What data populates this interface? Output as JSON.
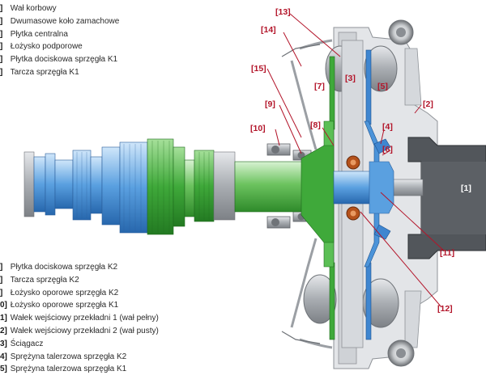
{
  "legend_top": [
    {
      "num": "]",
      "text": "Wał korbowy"
    },
    {
      "num": "]",
      "text": "Dwumasowe koło zamachowe"
    },
    {
      "num": "]",
      "text": "Płytka centralna"
    },
    {
      "num": "]",
      "text": "Łożysko podporowe"
    },
    {
      "num": "]",
      "text": "Płytka dociskowa sprzęgła K1"
    },
    {
      "num": "]",
      "text": "Tarcza sprzęgła K1"
    }
  ],
  "legend_bottom": [
    {
      "num": "]",
      "text": "Płytka dociskowa sprzęgła K2"
    },
    {
      "num": "]",
      "text": "Tarcza sprzęgła K2"
    },
    {
      "num": "]",
      "text": "Łożysko oporowe sprzęgła K2"
    },
    {
      "num": "0]",
      "text": "Łożysko oporowe sprzęgła K1"
    },
    {
      "num": "1]",
      "text": "Wałek wejściowy przekładni 1 (wał pełny)"
    },
    {
      "num": "2]",
      "text": "Wałek wejściowy przekładni 2 (wał pusty)"
    },
    {
      "num": "3]",
      "text": "Ściągacz"
    },
    {
      "num": "4]",
      "text": "Sprężyna talerzowa sprzęgła K2"
    },
    {
      "num": "5]",
      "text": "Sprężyna talerzowa sprzęgła K1"
    }
  ],
  "callouts": {
    "c1": "[1]",
    "c2": "[2]",
    "c3": "[3]",
    "c4": "[4]",
    "c5": "[5]",
    "c6": "[6]",
    "c7": "[7]",
    "c8": "[8]",
    "c9": "[9]",
    "c10": "[10]",
    "c11": "[11]",
    "c12": "[12]",
    "c13": "[13]",
    "c14": "[14]",
    "c15": "[15]"
  },
  "colors": {
    "callout": "#b3152a",
    "blue_shaft": "#4a90d8",
    "green_shaft": "#4fb548",
    "grey_housing": "#c9ccd0",
    "dark_hub": "#4e5256"
  }
}
